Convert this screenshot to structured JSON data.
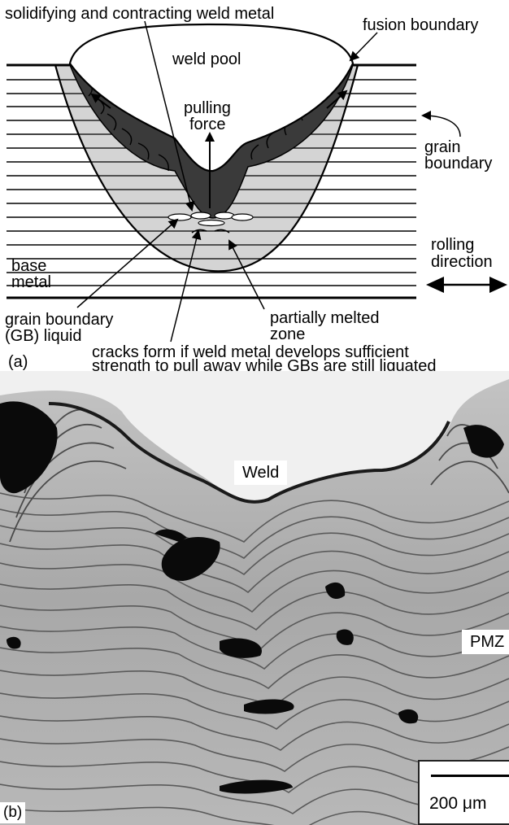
{
  "panel_a": {
    "labels": {
      "solidifying": "solidifying and contracting weld metal",
      "fusion_boundary": "fusion boundary",
      "weld_pool": "weld pool",
      "pulling_force_1": "pulling",
      "pulling_force_2": "force",
      "grain_boundary_1": "grain",
      "grain_boundary_2": "boundary",
      "rolling_1": "rolling",
      "rolling_2": "direction",
      "base_metal_1": "base",
      "base_metal_2": "metal",
      "gb_liquid_1": "grain boundary",
      "gb_liquid_2": "(GB) liquid",
      "pmz_1": "partially melted",
      "pmz_2": "zone",
      "cracks_1": "cracks form if weld metal develops sufficient",
      "cracks_2": "strength to pull away while GBs are still liquated",
      "panel_letter": "(a)"
    },
    "colors": {
      "haz": "#d4d4d4",
      "weld_metal": "#3a3a3a",
      "pool": "#ffffff",
      "lines": "#000000"
    }
  },
  "panel_b": {
    "labels": {
      "weld": "Weld",
      "pmz": "PMZ",
      "panel_letter": "(b)"
    },
    "scale_bar": {
      "label": "200 μm",
      "value": 200,
      "unit": "μm"
    },
    "colors": {
      "weld": "#efefef",
      "base": "#b0b0b0",
      "voids": "#0a0a0a"
    }
  }
}
